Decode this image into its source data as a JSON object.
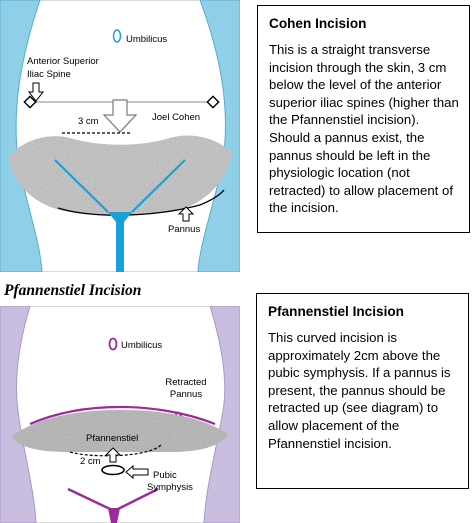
{
  "cohen": {
    "labels": {
      "umbilicus": "Umbilicus",
      "asis_line1": "Anterior Superior",
      "asis_line2": "Iliac Spine",
      "distance": "3 cm",
      "author": "Joel Cohen",
      "pannus": "Pannus"
    },
    "box": {
      "title": "Cohen Incision",
      "body": "This is a straight transverse incision through the skin, 3 cm below the level of the anterior superior iliac spines (higher than the Pfannenstiel incision). Should a pannus exist, the pannus should be left in the physiologic location (not retracted) to allow placement of the incision."
    },
    "colors": {
      "body_fill": "#8fd0e8",
      "urethra": "#1aa0d8"
    }
  },
  "pfannenstiel": {
    "heading": "Pfannenstiel Incision",
    "labels": {
      "umbilicus": "Umbilicus",
      "retracted_line1": "Retracted",
      "retracted_line2": "Pannus",
      "incision": "Pfannenstiel",
      "distance": "2 cm",
      "pubic_line1": "Pubic",
      "pubic_line2": "Symphysis"
    },
    "box": {
      "title": "Pfannenstiel Incision",
      "body": "This curved incision is approximately 2cm above the pubic symphysis. If a pannus is present, the pannus should be retracted up (see diagram) to allow placement of the Pfannenstiel incision."
    },
    "colors": {
      "body_fill": "#c9bde0",
      "outline": "#9b2a9b"
    }
  }
}
